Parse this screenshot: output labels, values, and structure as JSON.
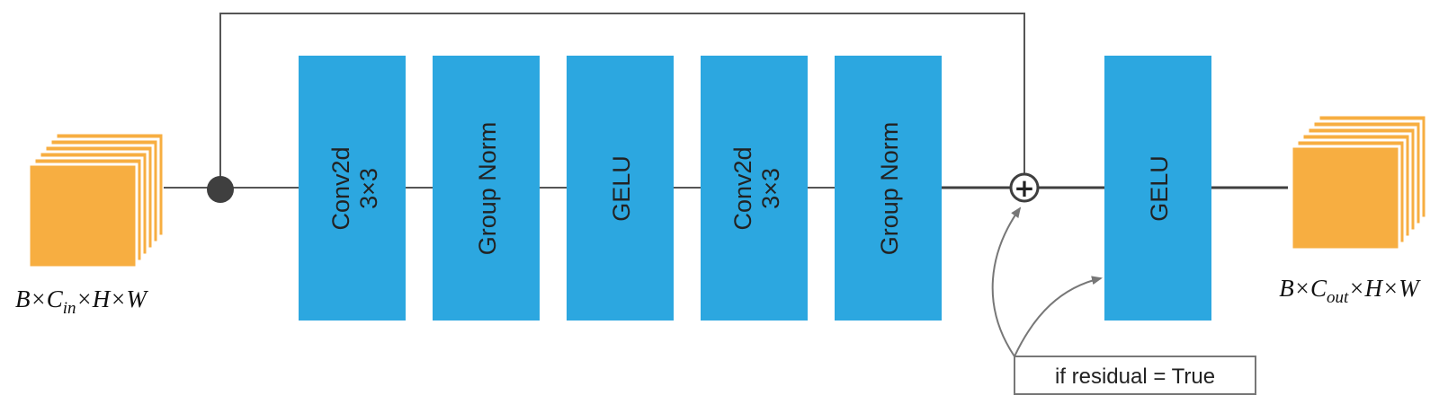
{
  "input_label": {
    "B": "B",
    "times": "×",
    "C": "C",
    "sub": "in",
    "H": "H",
    "W": "W"
  },
  "output_label": {
    "B": "B",
    "times": "×",
    "C": "C",
    "sub": "out",
    "H": "H",
    "W": "W"
  },
  "blocks": [
    {
      "line1": "Conv2d",
      "line2": "3×3"
    },
    {
      "line1": "Group Norm",
      "line2": ""
    },
    {
      "line1": "GELU",
      "line2": ""
    },
    {
      "line1": "Conv2d",
      "line2": "3×3"
    },
    {
      "line1": "Group Norm",
      "line2": ""
    },
    {
      "line1": "GELU",
      "line2": ""
    }
  ],
  "add_symbol": "+",
  "condition": "if residual = True",
  "colors": {
    "block": "#2ca7e0",
    "feature_map": "#f7ae41",
    "wire": "#555555"
  }
}
